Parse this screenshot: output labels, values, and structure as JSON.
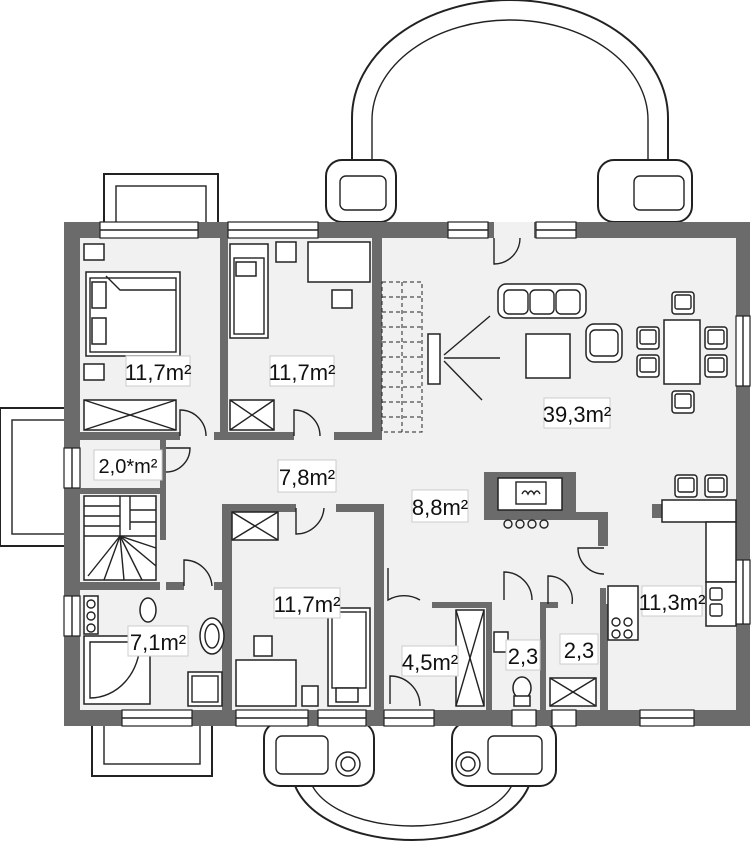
{
  "plan": {
    "rooms": [
      {
        "id": "bedroom-nw",
        "label": "11,7m²"
      },
      {
        "id": "bedroom-n",
        "label": "11,7m²"
      },
      {
        "id": "living",
        "label": "39,3m²"
      },
      {
        "id": "closet",
        "label": "2,0*m²"
      },
      {
        "id": "hall-w",
        "label": "7,8m²"
      },
      {
        "id": "hall-c",
        "label": "8,8m²"
      },
      {
        "id": "bathroom",
        "label": "7,1m²"
      },
      {
        "id": "bedroom-s",
        "label": "11,7m²"
      },
      {
        "id": "pantry",
        "label": "4,5m²"
      },
      {
        "id": "wc",
        "label": "2,3"
      },
      {
        "id": "utility",
        "label": "2,3"
      },
      {
        "id": "kitchen",
        "label": "11,3m²"
      }
    ],
    "colors": {
      "wall": "#6b6b6b",
      "floor": "#f1f1f1",
      "line": "#222222"
    }
  }
}
